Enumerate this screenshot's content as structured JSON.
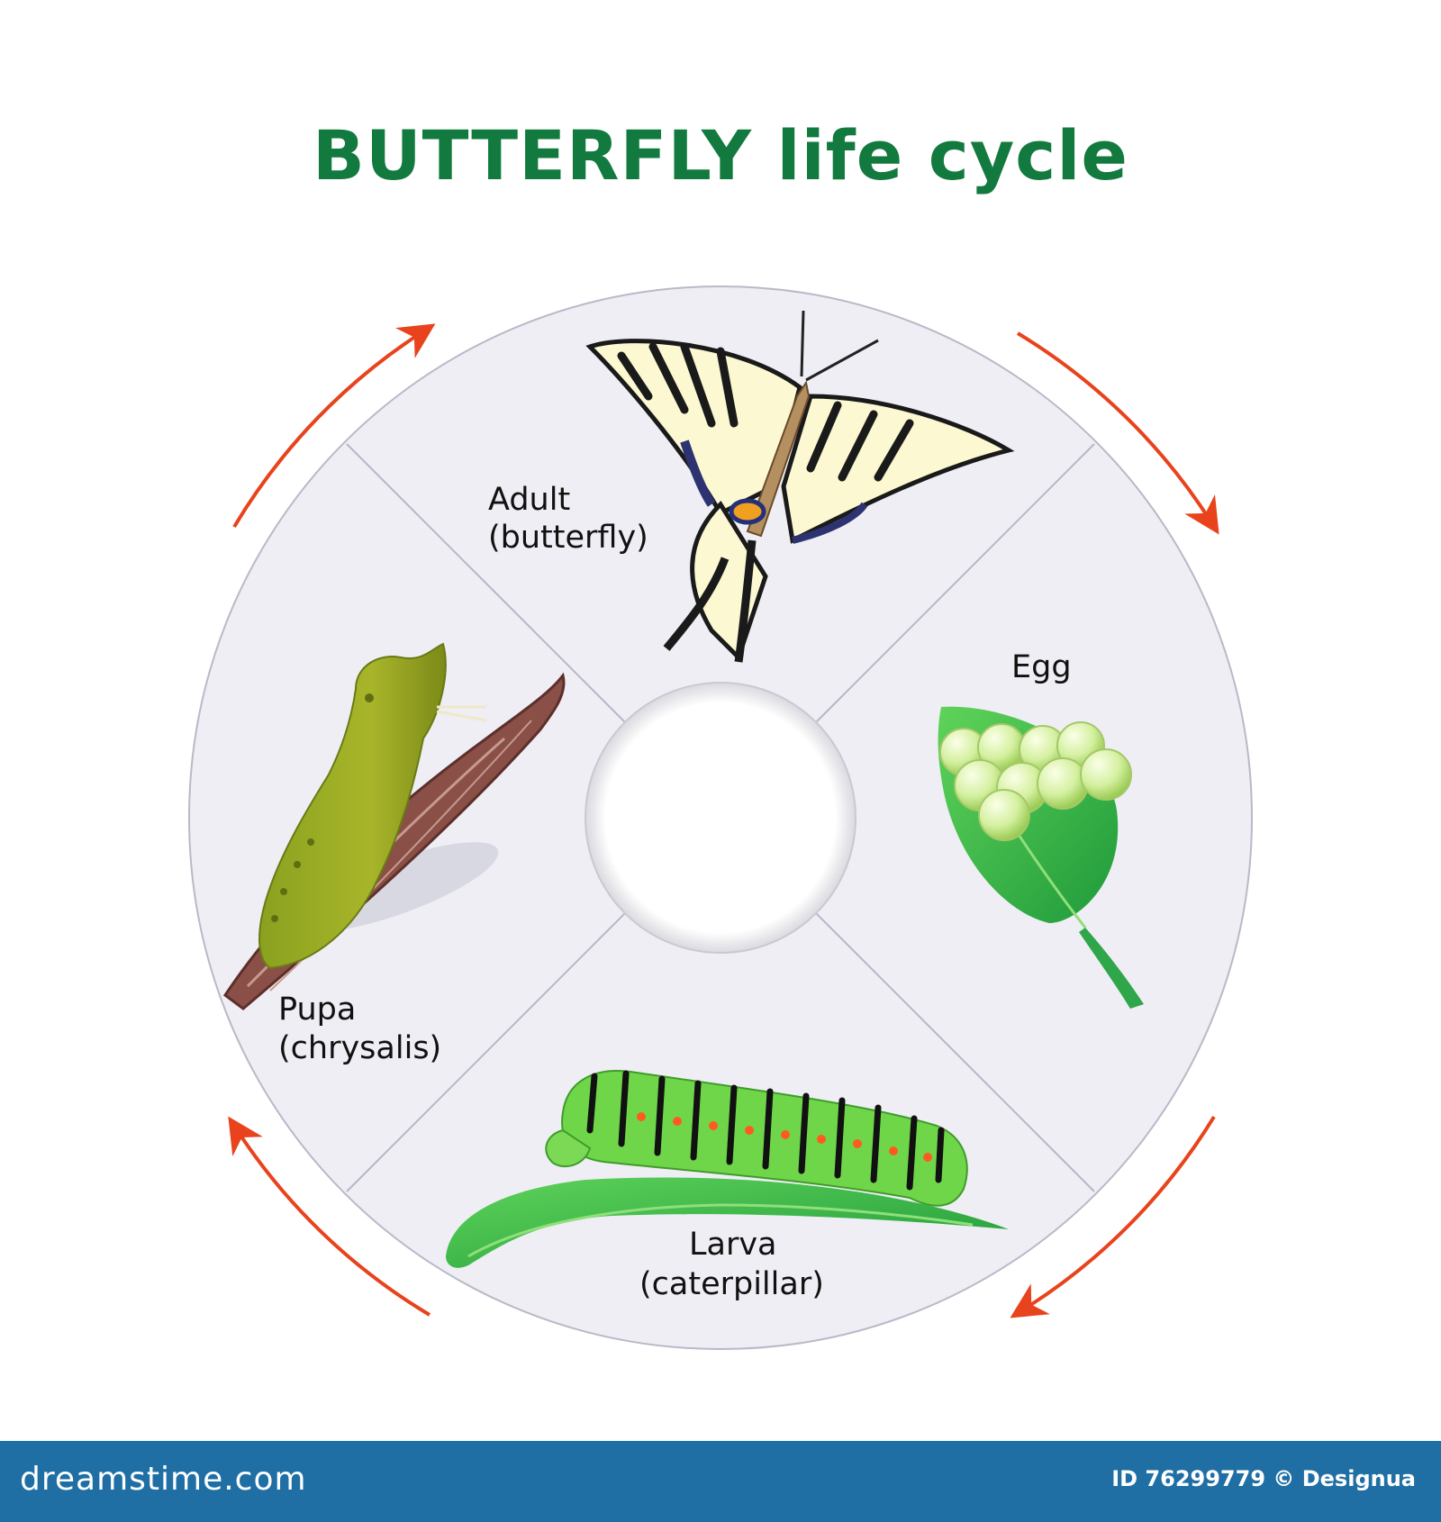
{
  "title": "BUTTERFLY life cycle",
  "colors": {
    "title": "#127a3e",
    "wheel_background": "#eeeef4",
    "arrow": "#e8431c",
    "footer": "#1f6fa5"
  },
  "stages": [
    {
      "key": "adult",
      "line1": "Adult",
      "line2": "(butterfly)",
      "icon": "butterfly-icon"
    },
    {
      "key": "egg",
      "line1": "Egg",
      "line2": "",
      "icon": "eggs-on-leaf-icon"
    },
    {
      "key": "larva",
      "line1": "Larva",
      "line2": "(caterpillar)",
      "icon": "caterpillar-icon"
    },
    {
      "key": "pupa",
      "line1": "Pupa",
      "line2": "(chrysalis)",
      "icon": "chrysalis-icon"
    }
  ],
  "cycle_direction": "clockwise",
  "footer": {
    "brand": "dreamstime.com",
    "id_text": "ID 76299779 © Designua"
  }
}
